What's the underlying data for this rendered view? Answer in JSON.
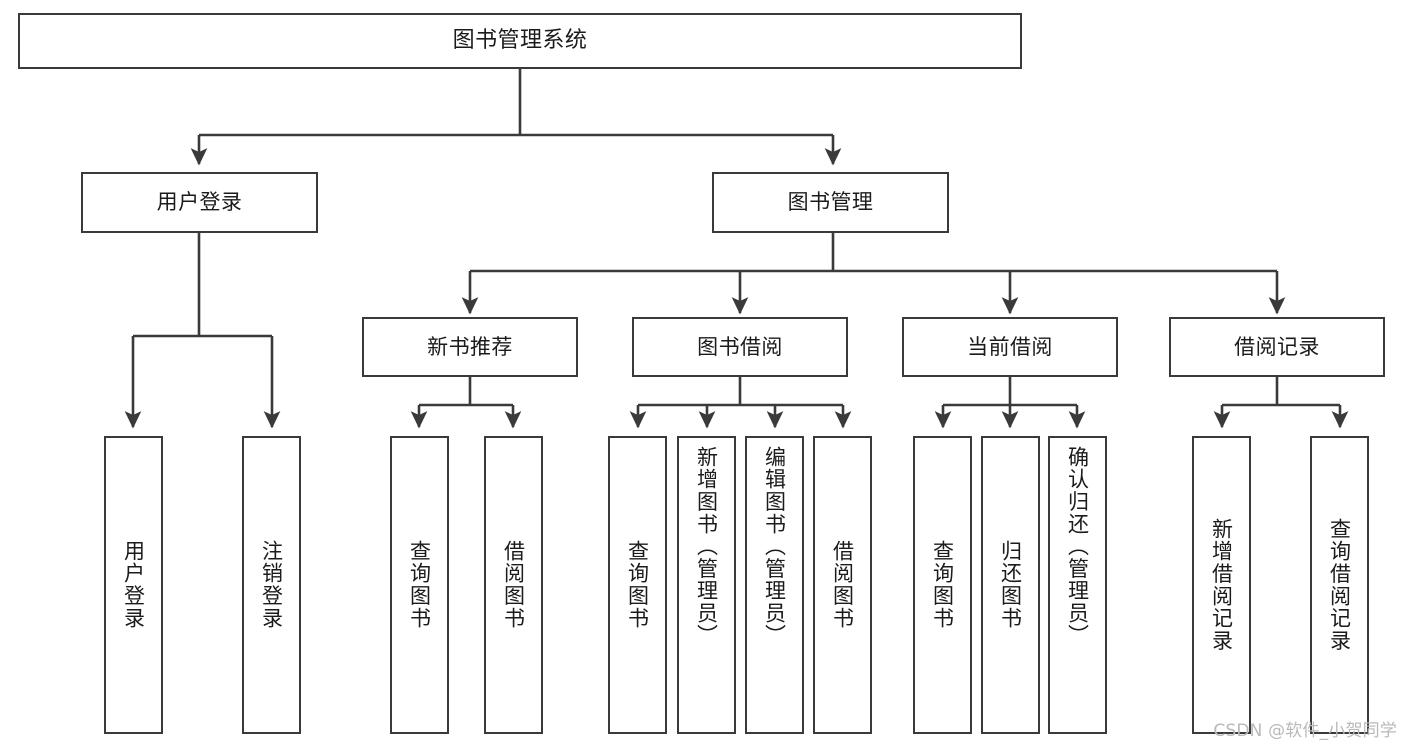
{
  "diagram": {
    "title": "图书管理系统",
    "type": "hierarchy-tree",
    "watermark": "CSDN @软件_小贺同学",
    "colors": {
      "background": "#ffffff",
      "box_border": "#3a3a3a",
      "box_fill": "#ffffff",
      "text": "#1b1b1b",
      "edge": "#3a3a3a",
      "watermark": "#b9b9b9"
    },
    "root": {
      "label": "图书管理系统"
    },
    "level2": [
      {
        "label": "用户登录"
      },
      {
        "label": "图书管理"
      }
    ],
    "level3": [
      {
        "label": "新书推荐"
      },
      {
        "label": "图书借阅"
      },
      {
        "label": "当前借阅"
      },
      {
        "label": "借阅记录"
      }
    ],
    "leaves": {
      "user_login": [
        {
          "label": "用户登录"
        },
        {
          "label": "注销登录"
        }
      ],
      "new_book": [
        {
          "label": "查询图书"
        },
        {
          "label": "借阅图书"
        }
      ],
      "book_borrow": [
        {
          "label": "查询图书"
        },
        {
          "label": "新增图书（管理员）"
        },
        {
          "label": "编辑图书（管理员）"
        },
        {
          "label": "借阅图书"
        }
      ],
      "current_borrow": [
        {
          "label": "查询图书"
        },
        {
          "label": "归还图书"
        },
        {
          "label": "确认归还（管理员）"
        }
      ],
      "borrow_record": [
        {
          "label": "新增借阅记录"
        },
        {
          "label": "查询借阅记录"
        }
      ]
    }
  }
}
